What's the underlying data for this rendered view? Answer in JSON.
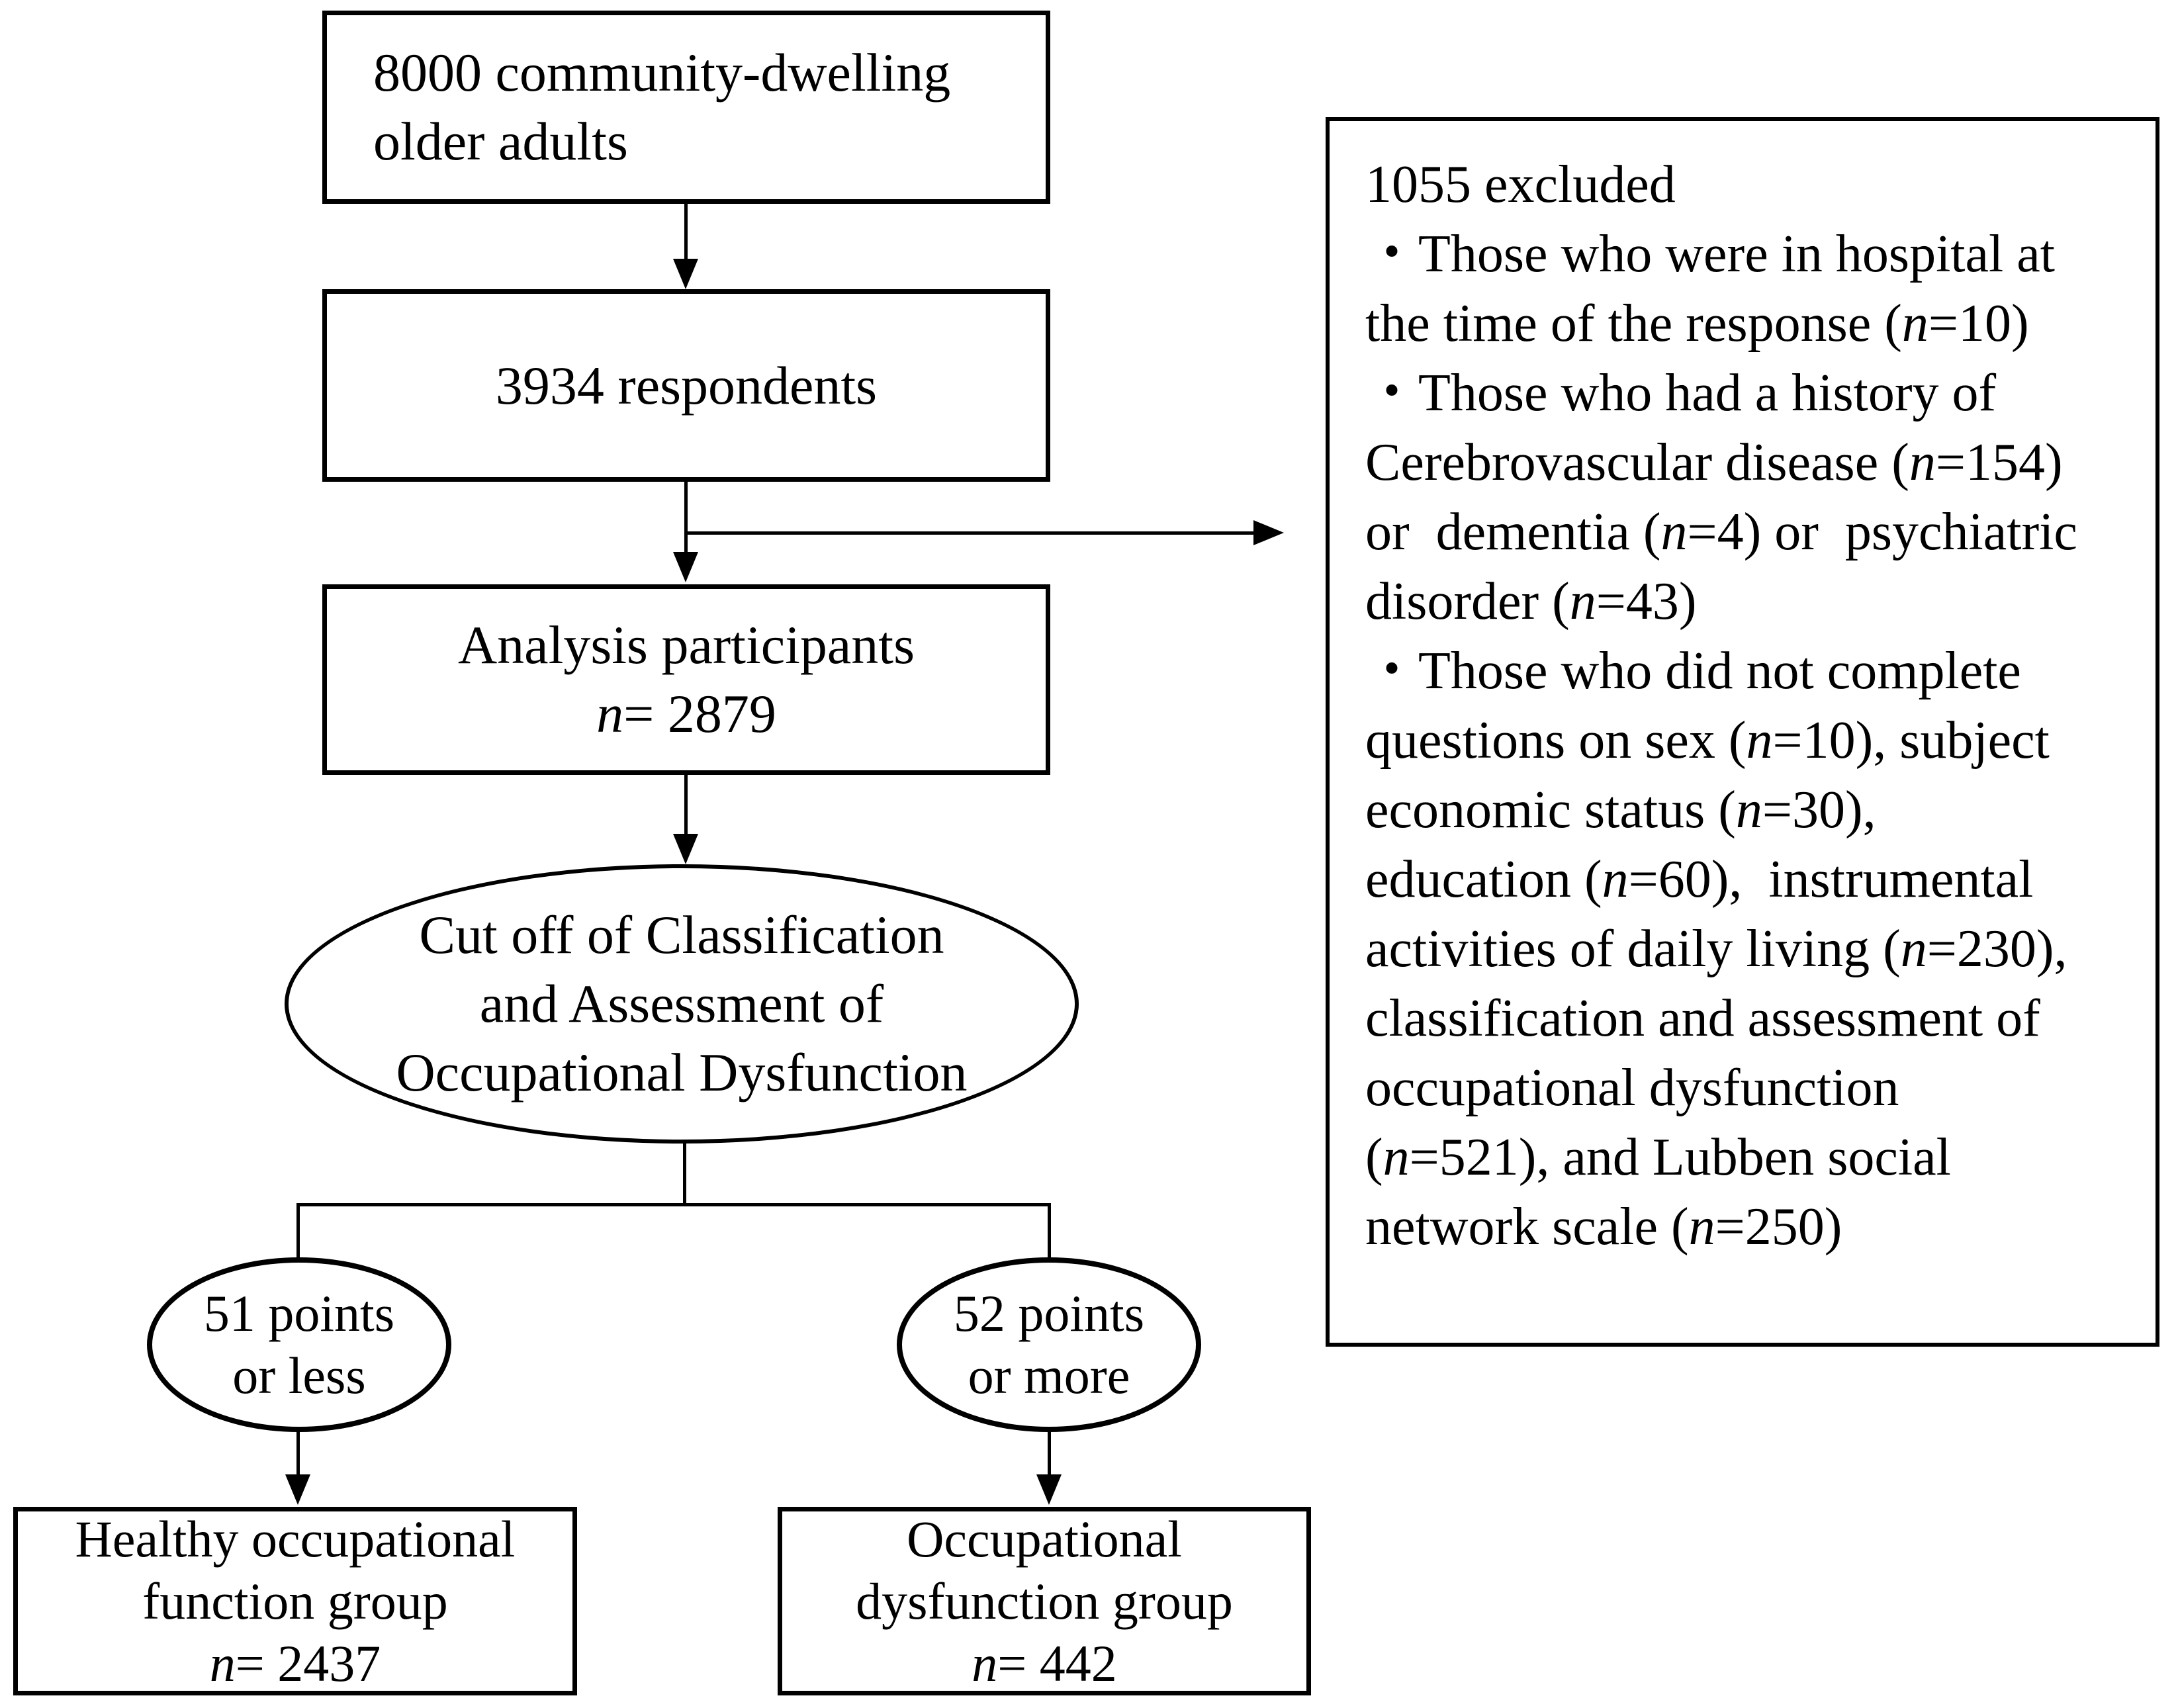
{
  "colors": {
    "ink": "#000000",
    "background": "#ffffff"
  },
  "nodes": {
    "source": {
      "lines": [
        "8000 community-dwelling",
        "older adults"
      ]
    },
    "respondents": {
      "label": "3934 respondents"
    },
    "analysis": {
      "lines": [
        "Analysis participants",
        "n= 2879"
      ]
    },
    "cutoff": {
      "lines": [
        "Cut off of Classification",
        "and Assessment of",
        "Occupational Dysfunction"
      ]
    },
    "less": {
      "lines": [
        "51 points",
        "or less"
      ]
    },
    "more": {
      "lines": [
        "52 points",
        "or more"
      ]
    },
    "healthy": {
      "lines": [
        "Healthy occupational",
        "function group",
        "n= 2437"
      ]
    },
    "dysfunction": {
      "lines": [
        "Occupational",
        "dysfunction group",
        "n= 442"
      ]
    },
    "excluded": {
      "lines": [
        "1055 excluded",
        "・Those who were in hospital at",
        "the time of the response (n=10)",
        "・Those who had a history of",
        "Cerebrovascular disease (n=154)",
        "or  dementia (n=4) or  psychiatric",
        "disorder (n=43)",
        "・Those who did not complete",
        "questions on sex (n=10), subject",
        "economic status (n=30),",
        "education (n=60),  instrumental",
        "activities of daily living (n=230),",
        "classification and assessment of",
        "occupational dysfunction",
        "(n=521), and Lubben social",
        "network scale (n=250)"
      ]
    }
  }
}
